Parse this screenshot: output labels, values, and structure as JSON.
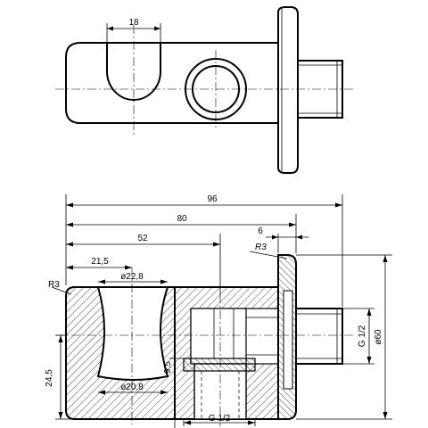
{
  "dimensions": {
    "top_width": "18",
    "overall_length": "96",
    "length_80": "80",
    "length_52": "52",
    "flange_6": "6",
    "radius_flange": "R3",
    "offset_21_5": "21,5",
    "dia_top": "ø22,8",
    "radius_body": "R3",
    "height_24_5": "24,5",
    "height_9_5": "9,5",
    "dia_bottom": "ø20,8",
    "thread_bottom": "G 1/2",
    "thread_right": "G 1/2",
    "dia_flange": "ø60"
  }
}
